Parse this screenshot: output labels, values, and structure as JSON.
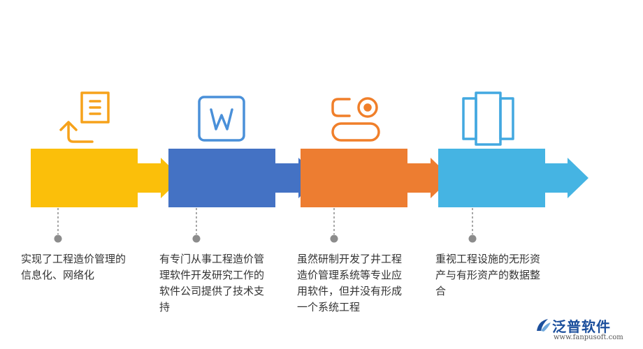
{
  "steps": [
    {
      "description": "实现了工程造价管理的\n信息化、网络化",
      "color": "#FBBF0A",
      "icon": "document-return-icon"
    },
    {
      "description": "有专门从事工程造价管\n理软件开发研究工作的\n软件公司提供了技术支\n持",
      "color": "#4472C4",
      "icon": "word-document-icon"
    },
    {
      "description": "虽然研制开发了井工程\n造价管理系统等专业应\n用软件，但并没有形成\n一个系统工程",
      "color": "#ED7D31",
      "icon": "server-toggle-icon"
    },
    {
      "description": "重视工程设施的无形资\n产与有形资产的数据整\n合",
      "color": "#45B4E3",
      "icon": "panels-icon"
    }
  ],
  "connector_color": "#8C8C8C",
  "brand": {
    "name": "泛普软件",
    "url": "www.fanpusoft.com",
    "color": "#1C4F9C"
  }
}
